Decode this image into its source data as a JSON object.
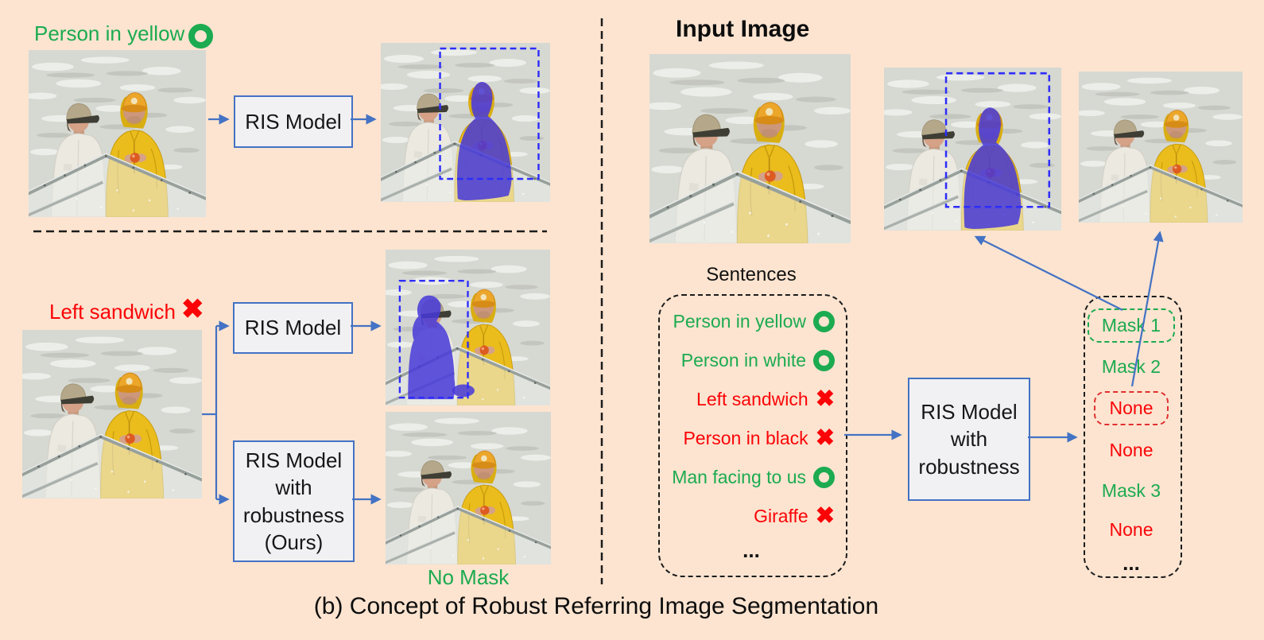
{
  "caption": "(b) Concept of Robust Referring Image Segmentation",
  "colors": {
    "background": "#fce4d0",
    "arrow_blue": "#4472c4",
    "box_fill": "#f1f1f3",
    "valid_green": "#1cab50",
    "invalid_red": "#fb0407",
    "mask_blue": "#4738d8",
    "bbox_blue": "#2d2dfa"
  },
  "left_panel": {
    "example1": {
      "query": "Person in yellow",
      "model": "RIS Model"
    },
    "example2": {
      "query": "Left sandwich",
      "model_baseline": "RIS Model",
      "model_ours_lines": [
        "RIS Model",
        "with",
        "robustness",
        "(Ours)"
      ],
      "no_mask_label": "No Mask"
    }
  },
  "right_panel": {
    "heading": "Input Image",
    "sentences_title": "Sentences",
    "sentences": [
      {
        "text": "Person in yellow",
        "valid": true
      },
      {
        "text": "Person in white",
        "valid": true
      },
      {
        "text": "Left sandwich",
        "valid": false
      },
      {
        "text": "Person in black",
        "valid": false
      },
      {
        "text": "Man facing to us",
        "valid": true
      },
      {
        "text": "Giraffe",
        "valid": false
      }
    ],
    "sentences_ellipsis": "...",
    "model_lines": [
      "RIS Model",
      "with",
      "robustness"
    ],
    "outputs": [
      {
        "text": "Mask 1",
        "valid": true,
        "boxed": true
      },
      {
        "text": "Mask 2",
        "valid": true,
        "boxed": false
      },
      {
        "text": "None",
        "valid": false,
        "boxed": true
      },
      {
        "text": "None",
        "valid": false,
        "boxed": false
      },
      {
        "text": "Mask 3",
        "valid": true,
        "boxed": false
      },
      {
        "text": "None",
        "valid": false,
        "boxed": false
      }
    ],
    "outputs_ellipsis": "..."
  }
}
